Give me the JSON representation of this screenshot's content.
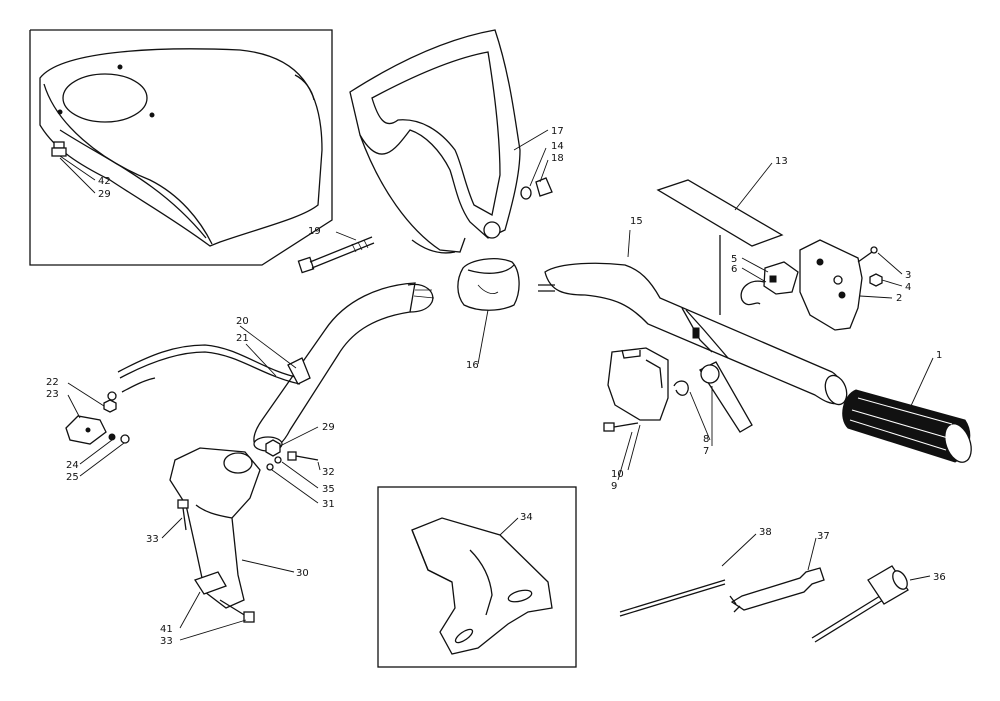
{
  "callouts": {
    "c1": "1",
    "c2": "2",
    "c3": "3",
    "c4": "4",
    "c5": "5",
    "c6": "6",
    "c7": "7",
    "c8": "8",
    "c9": "9",
    "c10": "10",
    "c13": "13",
    "c14": "14",
    "c15": "15",
    "c16": "16",
    "c17": "17",
    "c18": "18",
    "c19": "19",
    "c20": "20",
    "c21": "21",
    "c22": "22",
    "c23": "23",
    "c24": "24",
    "c25": "25",
    "c29a": "29",
    "c29b": "29",
    "c30": "30",
    "c31": "31",
    "c32": "32",
    "c33a": "33",
    "c33b": "33",
    "c34": "34",
    "c35": "35",
    "c36": "36",
    "c37": "37",
    "c38": "38",
    "c41": "41",
    "c42": "42"
  }
}
